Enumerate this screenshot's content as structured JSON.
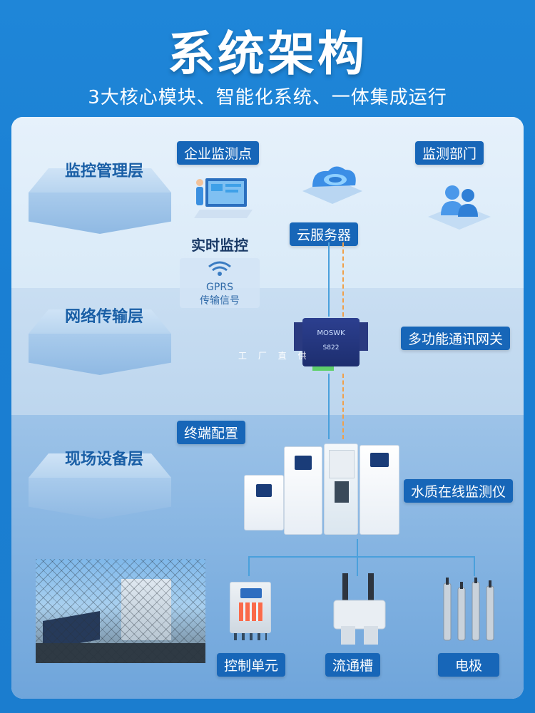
{
  "header": {
    "title": "系统架构",
    "subtitle": "3大核心模块、智能化系统、一体集成运行"
  },
  "layers": {
    "management": "监控管理层",
    "network": "网络传输层",
    "field": "现场设备层"
  },
  "management": {
    "enterprise_tag": "企业监测点",
    "department_tag": "监测部门",
    "realtime_label": "实时监控",
    "cloud_tag": "云服务器"
  },
  "network": {
    "gprs_title": "GPRS",
    "gprs_desc": "传输信号",
    "gateway_tag": "多功能通讯网关",
    "gateway_brand": "MOSWK",
    "gateway_model": "S822",
    "watermark": "工 厂 直 供"
  },
  "field": {
    "terminal_tag": "终端配置",
    "monitor_tag": "水质在线监测仪",
    "control_tag": "控制单元",
    "flow_tag": "流通槽",
    "electrode_tag": "电极"
  },
  "colors": {
    "tag_bg": "#1766b8",
    "line_blue": "#4aa0dc",
    "line_orange": "#f0a04a"
  }
}
